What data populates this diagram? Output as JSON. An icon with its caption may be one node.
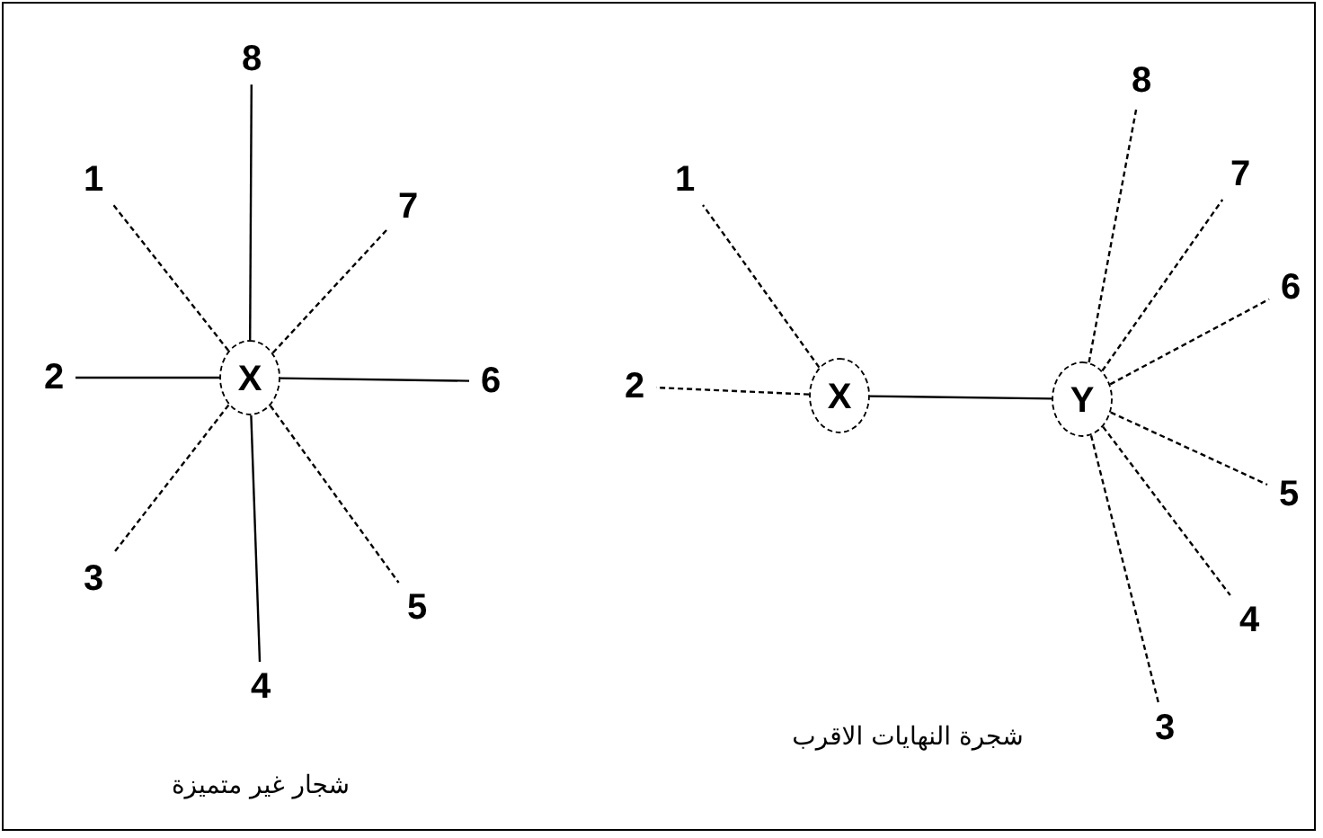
{
  "diagram": {
    "nodes": [
      {
        "text": [
          "8"
        ]
      },
      {
        "text": [
          "1"
        ]
      },
      {
        "text": [
          "7"
        ]
      },
      {
        "text": [
          "2"
        ]
      },
      {
        "text": [
          "X"
        ]
      },
      {
        "text": [
          "6"
        ]
      },
      {
        "text": [
          "3"
        ]
      },
      {
        "text": [
          "5"
        ]
      },
      {
        "text": [
          "4"
        ]
      },
      {
        "text": [
          "8"
        ]
      },
      {
        "text": [
          "1"
        ]
      },
      {
        "text": [
          "7"
        ]
      },
      {
        "text": [
          "6"
        ]
      },
      {
        "text": [
          "2"
        ]
      },
      {
        "text": [
          "X"
        ]
      },
      {
        "text": [
          "Y"
        ]
      },
      {
        "text": [
          "5"
        ]
      },
      {
        "text": [
          "4"
        ]
      },
      {
        "text": [
          "3"
        ]
      }
    ],
    "edges": [
      {
        "from": 4,
        "to": 0,
        "arrow": "none"
      },
      {
        "from": 4,
        "to": 1,
        "arrow": "none",
        "style": "dashed"
      },
      {
        "from": 4,
        "to": 2,
        "arrow": "none",
        "style": "dashed"
      },
      {
        "from": 4,
        "to": 3,
        "arrow": "none"
      },
      {
        "from": 4,
        "to": 5,
        "arrow": "none"
      },
      {
        "from": 4,
        "to": 6,
        "arrow": "none",
        "style": "dashed"
      },
      {
        "from": 4,
        "to": 7,
        "arrow": "none",
        "style": "dashed"
      },
      {
        "from": 4,
        "to": 8,
        "arrow": "none"
      },
      {
        "from": 14,
        "to": 10,
        "arrow": "none",
        "style": "dashed"
      },
      {
        "from": 14,
        "to": 13,
        "arrow": "none",
        "style": "dashed"
      },
      {
        "from": 14,
        "to": 15,
        "arrow": "none"
      },
      {
        "from": 15,
        "to": 9,
        "arrow": "none",
        "style": "dashed"
      },
      {
        "from": 15,
        "to": 11,
        "arrow": "none",
        "style": "dashed"
      },
      {
        "from": 15,
        "to": 12,
        "arrow": "none",
        "style": "dashed"
      },
      {
        "from": 15,
        "to": 16,
        "arrow": "none",
        "style": "dashed"
      },
      {
        "from": 15,
        "to": 17,
        "arrow": "none",
        "style": "dashed"
      },
      {
        "from": 15,
        "to": 18,
        "arrow": "none",
        "style": "dashed"
      }
    ],
    "labels": [
      "شجرة النهايات الاقرب",
      "شجار غير متميزة"
    ]
  }
}
